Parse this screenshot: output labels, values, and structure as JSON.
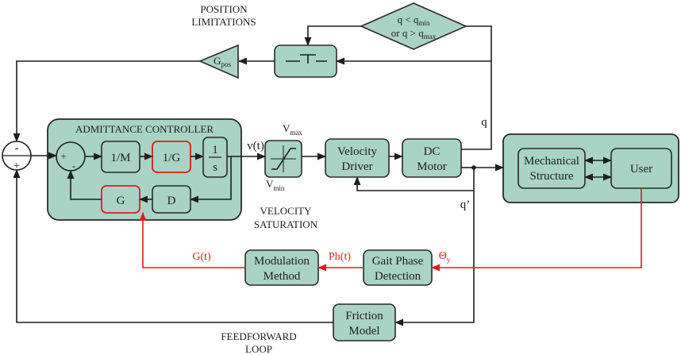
{
  "colors": {
    "block_fill": "#a9d3c4",
    "line": "#1e1e1e",
    "highlight_red": "#e01b1b"
  },
  "labels": {
    "position_limitations_1": "POSITION",
    "position_limitations_2": "LIMITATIONS",
    "condition_1": "q < q",
    "condition_1_sub": "min",
    "condition_2": "or q > q",
    "condition_2_sub": "max",
    "gpos": "G",
    "gpos_sub": "pos",
    "admittance_controller": "ADMITTANCE CONTROLLER",
    "sum_outer_minus": "-",
    "sum_outer_plus": "+",
    "sum_inner_plus": "+",
    "sum_inner_minus": "-",
    "inv_m": "1/M",
    "inv_g": "1/G",
    "integrator_num": "1",
    "integrator_den": "s",
    "g": "G",
    "d": "D",
    "vt": "v(t)",
    "vmax": "V",
    "vmax_sub": "max",
    "vmin": "V",
    "vmin_sub": "min",
    "velocity_saturation_1": "VELOCITY",
    "velocity_saturation_2": "SATURATION",
    "velocity_driver_1": "Velocity",
    "velocity_driver_2": "Driver",
    "dc_motor_1": "DC",
    "dc_motor_2": "Motor",
    "q": "q",
    "q_prime": "q’",
    "mechanical_structure_1": "Mechanical",
    "mechanical_structure_2": "Structure",
    "user": "User",
    "theta": "Θ",
    "theta_sub": "y",
    "gait_phase_1": "Gait Phase",
    "gait_phase_2": "Detection",
    "ph_t": "Ph(t)",
    "modulation_1": "Modulation",
    "modulation_2": "Method",
    "g_t": "G(t)",
    "friction_1": "Friction",
    "friction_2": "Model",
    "feedforward_1": "FEEDFORWARD",
    "feedforward_2": "LOOP"
  }
}
